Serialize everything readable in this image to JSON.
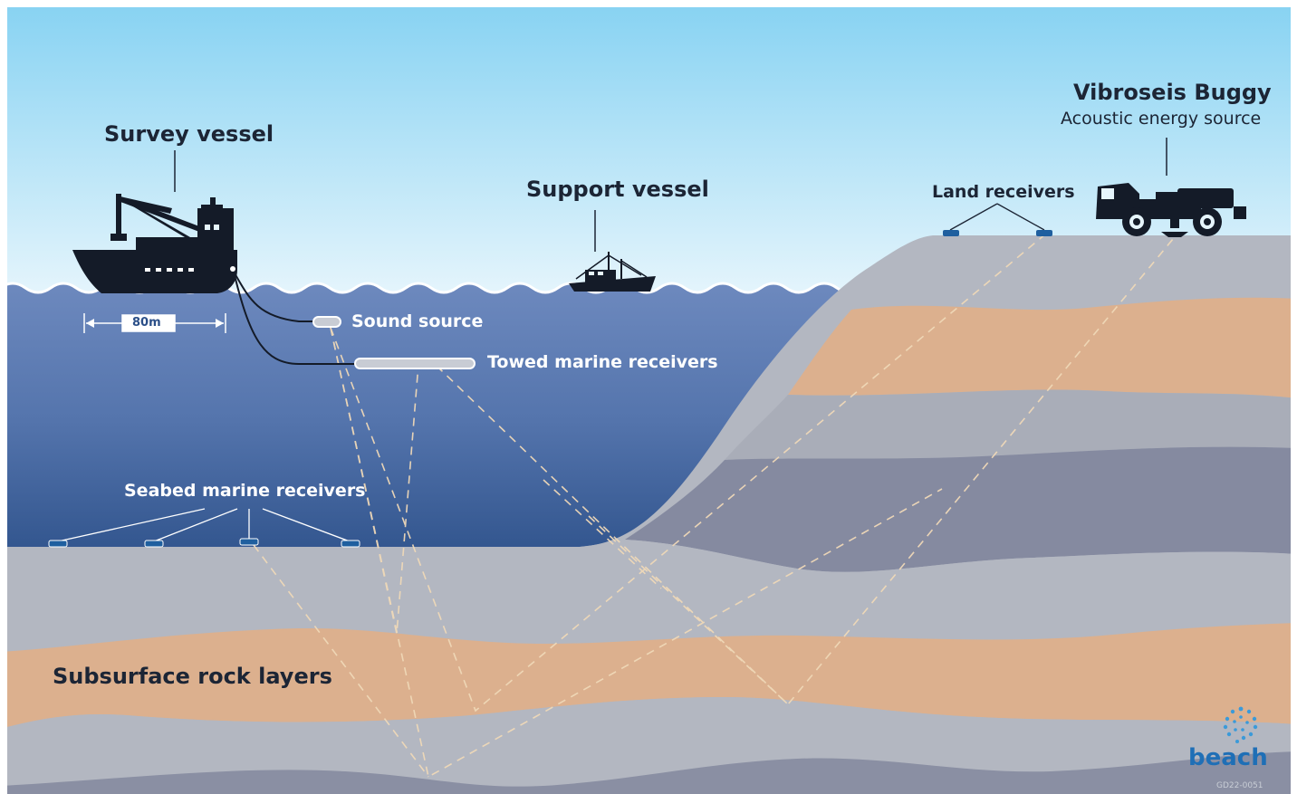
{
  "labels": {
    "survey_vessel": "Survey vessel",
    "scale": "80m",
    "support_vessel": "Support vessel",
    "vibroseis_title": "Vibroseis Buggy",
    "vibroseis_subtitle": "Acoustic energy source",
    "land_receivers": "Land receivers",
    "sound_source": "Sound source",
    "towed_receivers": "Towed marine receivers",
    "seabed_receivers": "Seabed marine receivers",
    "rock_layers": "Subsurface rock layers"
  },
  "logo": {
    "text": "beach",
    "code": "GD22-0051"
  },
  "icons": [
    "survey-vessel-icon",
    "support-vessel-icon",
    "vibroseis-buggy-icon",
    "receiver-icon",
    "beach-logo-icon"
  ],
  "colors": {
    "sky_top": "#86d2f2",
    "sky_bottom": "#e4f4fb",
    "sea_top": "#6c88bd",
    "sea_bottom": "#2b4f88",
    "rock_light": "#b1b5bf",
    "rock_dark": "#868aa0",
    "sandstone": "#dcb08e",
    "ray": "#f0d9b8",
    "vessel": "#141b28",
    "receiver": "#1f5f9f",
    "logo": "#1f6fb6"
  }
}
